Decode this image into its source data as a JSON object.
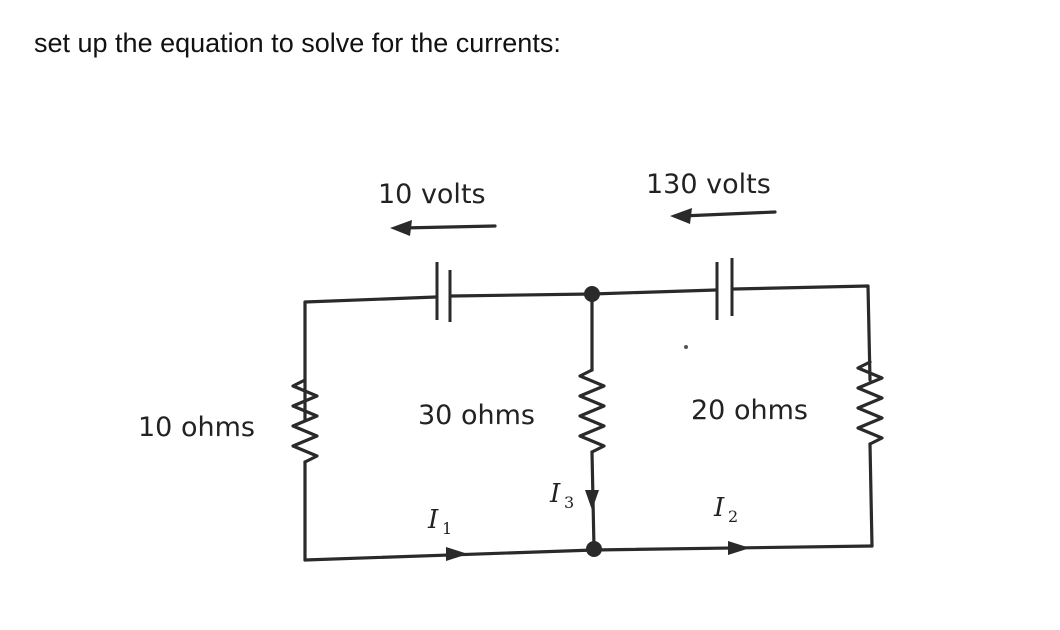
{
  "question": "set up the equation to solve for the currents:",
  "sources": [
    {
      "label": "10 volts",
      "direction": "left"
    },
    {
      "label": "130 volts",
      "direction": "left"
    }
  ],
  "resistors": [
    {
      "label": "10 ohms"
    },
    {
      "label": "30 ohms"
    },
    {
      "label": "20 ohms"
    }
  ],
  "currents": [
    {
      "symbol": "I",
      "subscript": "1"
    },
    {
      "symbol": "I",
      "subscript": "3"
    },
    {
      "symbol": "I",
      "subscript": "2"
    }
  ]
}
